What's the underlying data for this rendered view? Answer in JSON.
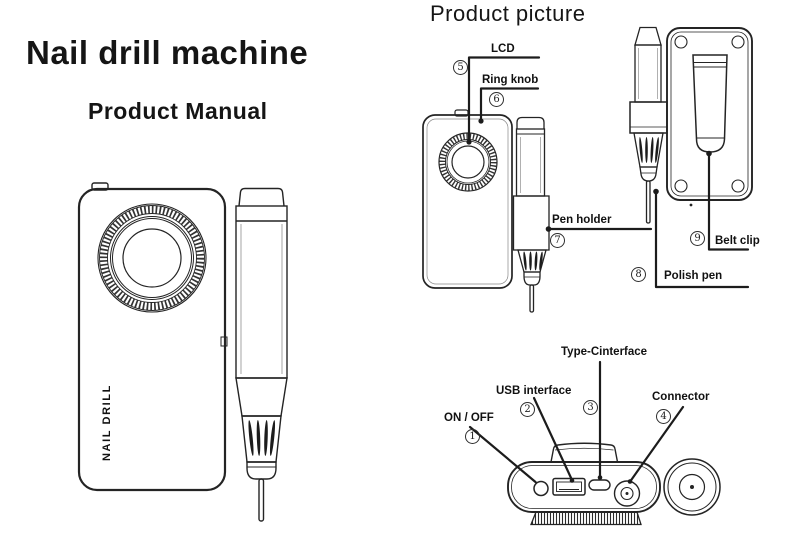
{
  "page": {
    "title": "Nail drill machine",
    "subtitle": "Product Manual",
    "section_heading": "Product picture",
    "device_side_label": "NAIL DRILL"
  },
  "callouts": {
    "on_off": {
      "num": "1",
      "label": "ON / OFF"
    },
    "usb": {
      "num": "2",
      "label": "USB interface"
    },
    "type_c": {
      "num": "3",
      "label": "Type-Cinterface"
    },
    "connector": {
      "num": "4",
      "label": "Connector"
    },
    "lcd": {
      "num": "5",
      "label": "LCD"
    },
    "ring_knob": {
      "num": "6",
      "label": "Ring knob"
    },
    "pen_holder": {
      "num": "7",
      "label": "Pen holder"
    },
    "polish_pen": {
      "num": "8",
      "label": "Polish pen"
    },
    "belt_clip": {
      "num": "9",
      "label": "Belt clip"
    }
  },
  "colors": {
    "ink": "#242424",
    "paper": "#ffffff"
  }
}
